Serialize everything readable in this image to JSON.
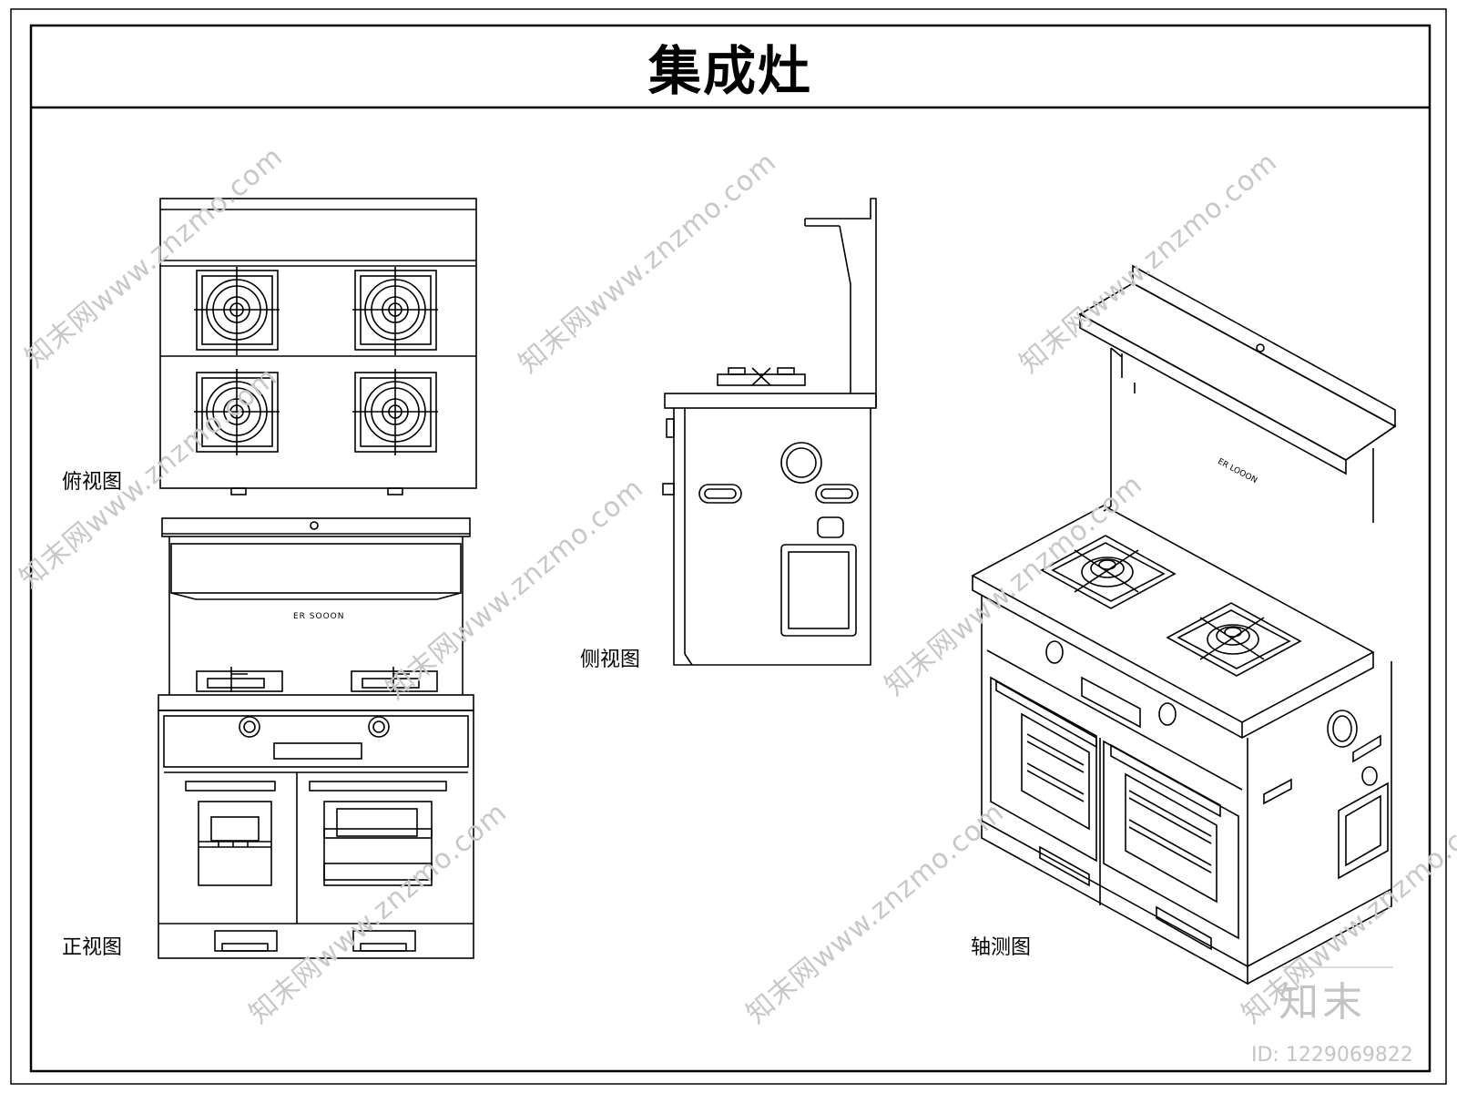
{
  "title": "集成灶",
  "views": {
    "top": "俯视图",
    "front": "正视图",
    "side": "侧视图",
    "iso": "轴测图"
  },
  "watermark": {
    "text": "知末网www.znzmo.com",
    "brand": "知末",
    "id": "ID: 1229069822"
  },
  "panel_logos": {
    "front": "ER SOOON",
    "iso": "ER LOOON"
  }
}
